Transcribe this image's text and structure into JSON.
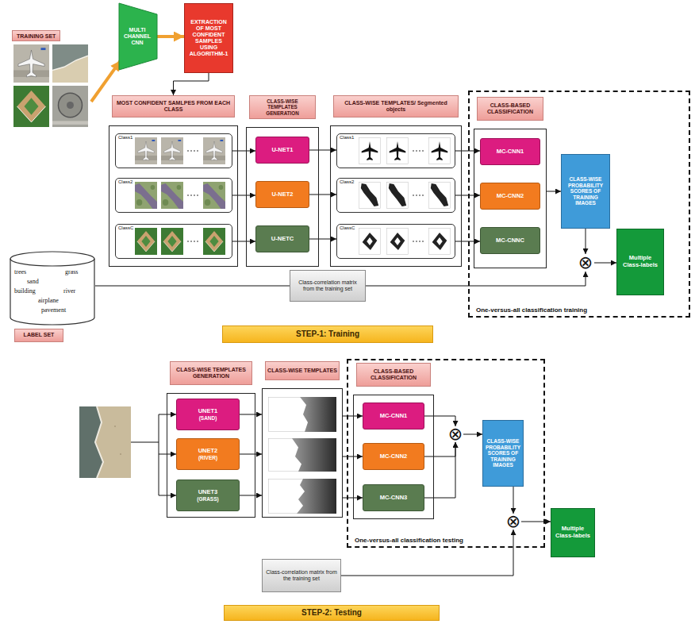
{
  "diagram": {
    "nodes": [
      {
        "text": [
          "TRAINING SET"
        ]
      },
      {
        "text": [
          "MULTI CHANNEL CNN"
        ]
      },
      {
        "text": [
          "EXTRACTION OF MOST CONFIDENT SAMPLES USING ALGORITHM-1"
        ]
      },
      {
        "text": [
          "MOST CONFIDENT SAMLPES FROM EACH CLASS"
        ]
      },
      {
        "text": [
          "Class1"
        ],
        "in": 3
      },
      {
        "text": [
          "Class2"
        ],
        "in": 3
      },
      {
        "text": [
          "ClassC"
        ],
        "in": 3
      },
      {
        "text": [
          "CLASS-WISE TEMPLATES GENERATION"
        ]
      },
      {
        "text": [
          "U-NET1"
        ],
        "in": 7
      },
      {
        "text": [
          "U-NET2"
        ],
        "in": 7
      },
      {
        "text": [
          "U-NETC"
        ],
        "in": 7
      },
      {
        "text": [
          "CLASS-WISE TEMPLATES/ Segmented objects"
        ]
      },
      {
        "text": [
          "Class1"
        ],
        "in": 11
      },
      {
        "text": [
          "Class2"
        ],
        "in": 11
      },
      {
        "text": [
          "ClassC"
        ],
        "in": 11
      },
      {
        "text": [
          "One-versus-all classification training"
        ]
      },
      {
        "text": [
          "CLASS-BASED CLASSIFICATION"
        ],
        "in": 15
      },
      {
        "text": [
          "MC-CNN1"
        ],
        "in": 16
      },
      {
        "text": [
          "MC-CNN2"
        ],
        "in": 16
      },
      {
        "text": [
          "MC-CNNC"
        ],
        "in": 16
      },
      {
        "text": [
          "CLASS-WISE PROBABILITY SCORES OF TRAINING IMAGES"
        ],
        "in": 15
      },
      {
        "text": [
          "⊗"
        ],
        "in": 15
      },
      {
        "text": [
          "Multiple Class-labels"
        ],
        "in": 15
      },
      {
        "text": [
          "trees",
          "grass",
          "sand",
          "building",
          "river",
          "airplane",
          "pavement"
        ]
      },
      {
        "text": [
          "LABEL SET"
        ]
      },
      {
        "text": [
          "Class-correlation matrix from the training set"
        ]
      },
      {
        "text": [
          "STEP-1: Training"
        ]
      },
      {
        "text": [
          "CLASS-WISE TEMPLATES GENERATION"
        ]
      },
      {
        "text": [
          "UNET1",
          "(SAND)"
        ],
        "in": 27
      },
      {
        "text": [
          "UNET2",
          "(RIVER)"
        ],
        "in": 27
      },
      {
        "text": [
          "UNET3",
          "(GRASS)"
        ],
        "in": 27
      },
      {
        "text": [
          "CLASS-WISE TEMPLATES"
        ]
      },
      {
        "text": [
          "One-versus-all classification testing"
        ]
      },
      {
        "text": [
          "CLASS-BASED CLASSIFICATION"
        ],
        "in": 32
      },
      {
        "text": [
          "MC-CNN1"
        ],
        "in": 33
      },
      {
        "text": [
          "MC-CNN2"
        ],
        "in": 33
      },
      {
        "text": [
          "MC-CNN3"
        ],
        "in": 33
      },
      {
        "text": [
          "⊗"
        ],
        "in": 32
      },
      {
        "text": [
          "CLASS-WISE PROBABILITY SCORES OF TRAINING IMAGES"
        ],
        "in": 32
      },
      {
        "text": [
          "⊗"
        ],
        "in": 32
      },
      {
        "text": [
          "Multiple Class-labels"
        ]
      },
      {
        "text": [
          "Class-correlation matrix from the training set"
        ]
      },
      {
        "text": [
          "STEP-2: Testing"
        ]
      }
    ],
    "edges": [
      {
        "from": 0,
        "to": 1,
        "arrow": "to"
      },
      {
        "from": 1,
        "to": 2,
        "arrow": "to"
      },
      {
        "from": 2,
        "to": 3,
        "arrow": "to"
      },
      {
        "from": 4,
        "to": 8,
        "arrow": "to"
      },
      {
        "from": 5,
        "to": 9,
        "arrow": "to"
      },
      {
        "from": 6,
        "to": 10,
        "arrow": "to"
      },
      {
        "from": 8,
        "to": 12,
        "arrow": "to"
      },
      {
        "from": 9,
        "to": 13,
        "arrow": "to"
      },
      {
        "from": 10,
        "to": 14,
        "arrow": "to"
      },
      {
        "from": 12,
        "to": 17,
        "arrow": "to"
      },
      {
        "from": 13,
        "to": 18,
        "arrow": "to"
      },
      {
        "from": 14,
        "to": 19,
        "arrow": "to"
      },
      {
        "from": 16,
        "to": 20,
        "arrow": "to"
      },
      {
        "from": 20,
        "to": 21,
        "arrow": "to"
      },
      {
        "from": 23,
        "to": 25,
        "arrow": "none"
      },
      {
        "from": 25,
        "to": 21,
        "arrow": "to"
      },
      {
        "from": 21,
        "to": 22,
        "arrow": "to"
      },
      {
        "from": 28,
        "to": 31,
        "arrow": "to"
      },
      {
        "from": 29,
        "to": 31,
        "arrow": "to"
      },
      {
        "from": 30,
        "to": 31,
        "arrow": "to"
      },
      {
        "from": 31,
        "to": 34,
        "arrow": "to"
      },
      {
        "from": 31,
        "to": 35,
        "arrow": "to"
      },
      {
        "from": 31,
        "to": 36,
        "arrow": "to"
      },
      {
        "from": 34,
        "to": 37,
        "arrow": "to"
      },
      {
        "from": 35,
        "to": 37,
        "arrow": "to"
      },
      {
        "from": 36,
        "to": 37,
        "arrow": "to"
      },
      {
        "from": 37,
        "to": 38,
        "arrow": "to"
      },
      {
        "from": 38,
        "to": 39,
        "arrow": "to"
      },
      {
        "from": 41,
        "to": 39,
        "arrow": "to"
      },
      {
        "from": 39,
        "to": 40,
        "arrow": "to"
      }
    ]
  }
}
